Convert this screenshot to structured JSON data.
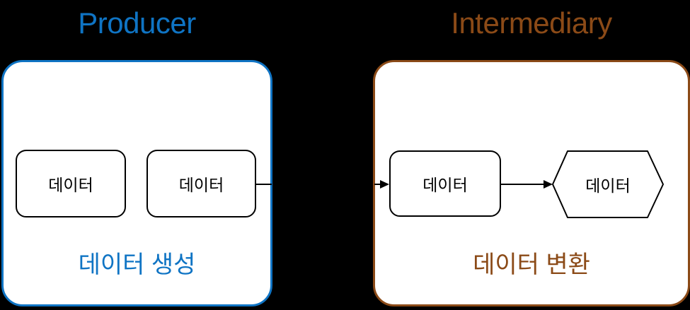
{
  "diagram": {
    "background_color": "#000000",
    "producer": {
      "title": "Producer",
      "accent_color": "#0F74C4",
      "caption": "데이터 생성",
      "nodes": [
        {
          "label": "데이터",
          "shape": "rounded-rect"
        },
        {
          "label": "데이터",
          "shape": "rounded-rect"
        }
      ]
    },
    "intermediary": {
      "title": "Intermediary",
      "accent_color": "#8B4A17",
      "caption": "데이터 변환",
      "nodes": [
        {
          "label": "데이터",
          "shape": "rounded-rect"
        },
        {
          "label": "데이터",
          "shape": "hexagon"
        }
      ]
    },
    "connectors": [
      {
        "from": "producer.node-2",
        "to": "intermediary.node-1",
        "arrow": true
      },
      {
        "from": "intermediary.node-1",
        "to": "intermediary.hexagon",
        "arrow": true
      }
    ],
    "node_stroke_color": "#000000"
  }
}
